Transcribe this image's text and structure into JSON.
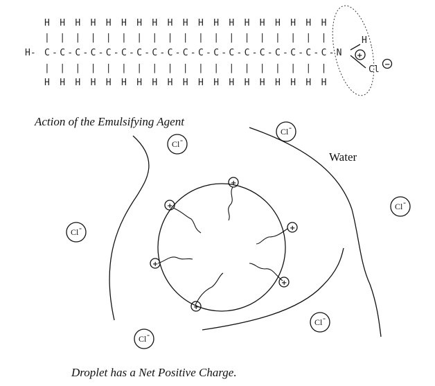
{
  "molecule": {
    "h_label": "H",
    "c_label": "C",
    "n_label": "N",
    "dash": "-",
    "bar": "|",
    "h_start": "H-",
    "cl_label": "Cl",
    "plus": "+",
    "minus": "−"
  },
  "captions": {
    "action": "Action of the Emulsifying Agent",
    "water": "Water",
    "droplet": "Droplet has a Net Positive Charge."
  },
  "ions": {
    "cl_text": "Cl",
    "cl_sup": "-",
    "plus_sign": "+"
  }
}
